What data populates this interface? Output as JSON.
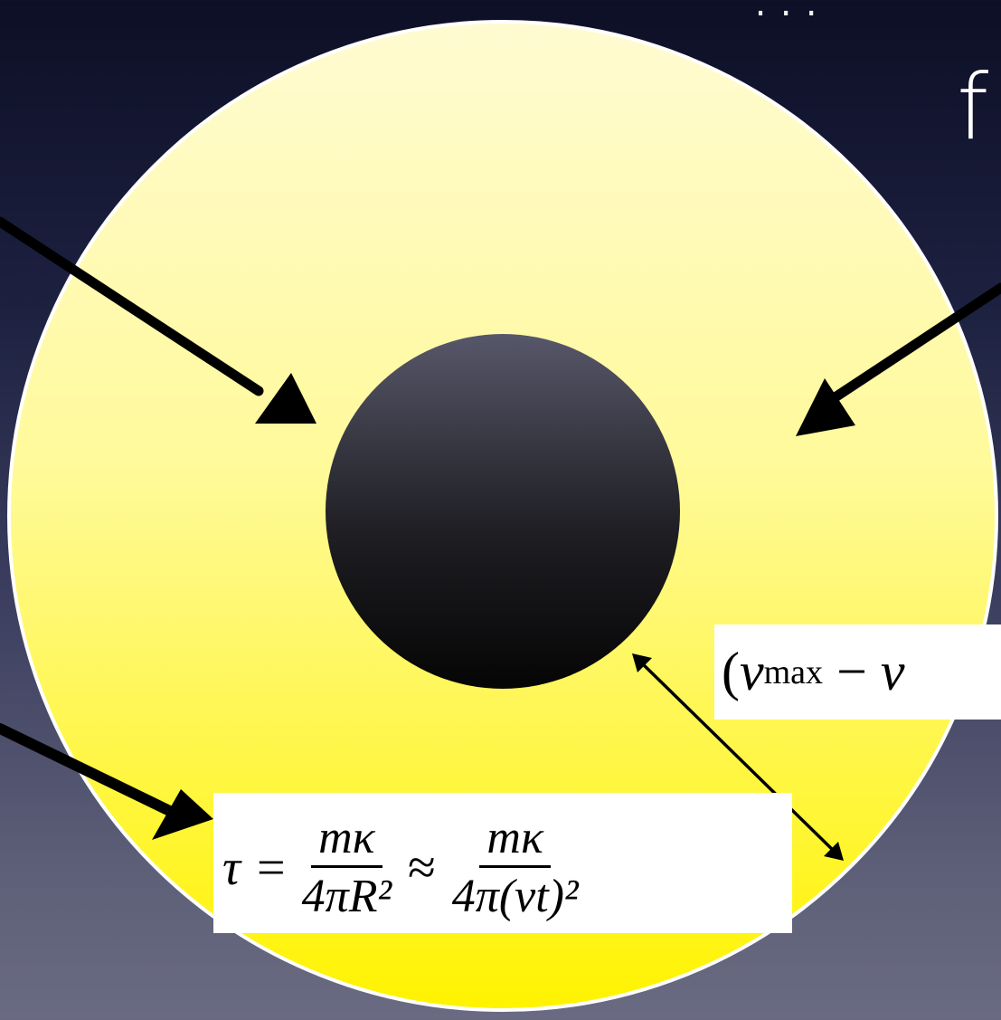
{
  "title": {
    "line1_fragment": "...",
    "line2_fragment": "f"
  },
  "equations": {
    "tau": {
      "lhs": "τ",
      "eq": "=",
      "frac1_num": "mκ",
      "frac1_den": "4πR²",
      "approx": "≈",
      "frac2_num": "mκ",
      "frac2_den": "4π(vt)²"
    },
    "velocity": {
      "open": "(",
      "v": "v",
      "sub": "max",
      "minus": "−",
      "tail": "v"
    }
  },
  "icons": {
    "arrow_upper_left": "arrow-icon",
    "arrow_upper_right": "arrow-icon",
    "arrow_lower_left": "arrow-icon",
    "double_arrow": "double-headed-arrow-icon"
  },
  "colors": {
    "background_top": "#0d0f26",
    "background_bottom": "#6a6b82",
    "shell_top": "#fffbd2",
    "shell_bottom": "#fff300",
    "core_top": "#57576a",
    "core_bottom": "#050505",
    "outline": "#ffffff",
    "arrow": "#000000"
  }
}
